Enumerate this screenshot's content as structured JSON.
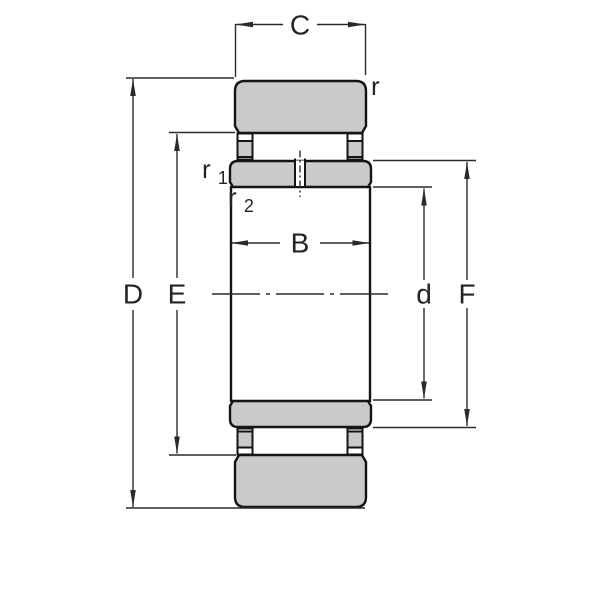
{
  "diagram": {
    "description": "Bearing cross-section dimension drawing",
    "labels": {
      "C": "C",
      "r": "r",
      "r1_base": "r",
      "r1_sub": "1",
      "r2_base": "r",
      "r2_sub": "2",
      "B": "B",
      "D": "D",
      "E": "E",
      "d": "d",
      "F": "F"
    },
    "colors": {
      "ring_fill": "#cacaca",
      "roller_fill": "#cacaca",
      "outline": "#141414",
      "dimension_line": "#2a2a2a",
      "background": "#ffffff"
    }
  }
}
